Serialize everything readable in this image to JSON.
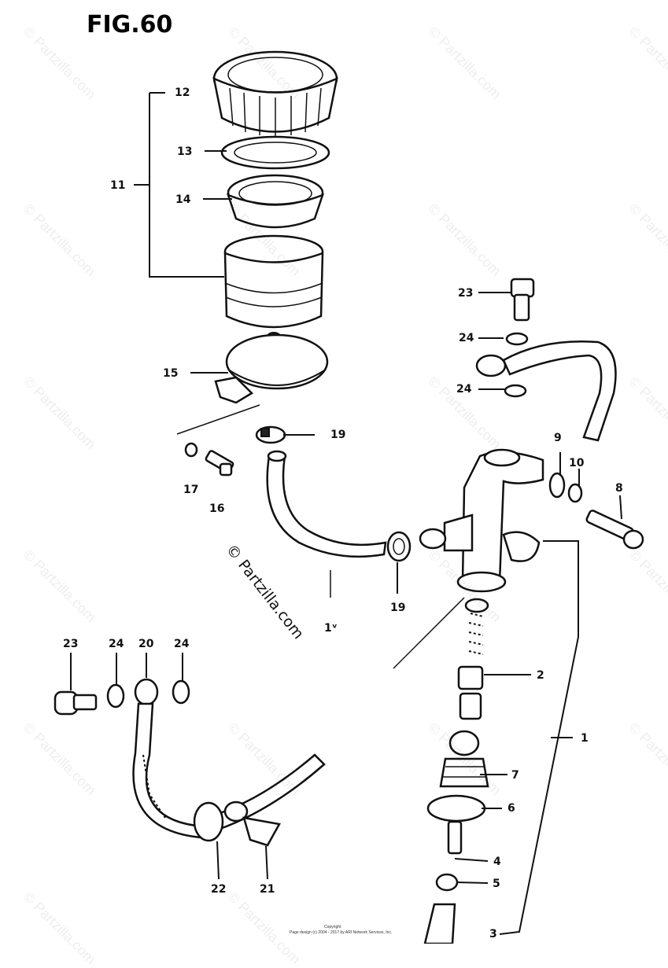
{
  "figure": {
    "title": "FIG.60"
  },
  "labels": {
    "p1": "1",
    "p2": "2",
    "p3": "3",
    "p4": "4",
    "p5": "5",
    "p6": "6",
    "p7": "7",
    "p8": "8",
    "p9": "9",
    "p10": "10",
    "p11": "11",
    "p12": "12",
    "p13": "13",
    "p14": "14",
    "p15": "15",
    "p16": "16",
    "p17": "17",
    "p18": "1ᵛ",
    "p19a": "19",
    "p19b": "19",
    "p20": "20",
    "p21": "21",
    "p22": "22",
    "p23a": "23",
    "p23b": "23",
    "p24a": "24",
    "p24b": "24",
    "p24c": "24",
    "p24d": "24"
  },
  "watermark": {
    "text": "© Partzilla.com"
  },
  "footer": {
    "line1": "Copyright",
    "line2": "Page design (c) 2004 - 2017 by ARI Network Services, Inc."
  }
}
